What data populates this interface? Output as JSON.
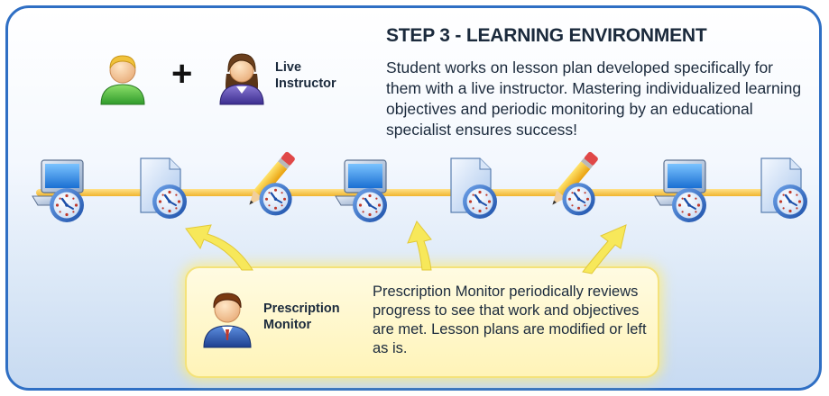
{
  "step": {
    "title": "STEP 3 - LEARNING ENVIRONMENT",
    "description": "Student works on lesson plan developed specifically for them with a live instructor. Mastering individualized learning objectives and periodic monitoring by an educational specialist ensures success!"
  },
  "participants": {
    "student_icon": "student-icon",
    "plus_symbol": "+",
    "instructor_icon": "instructor-icon",
    "instructor_label_line1": "Live",
    "instructor_label_line2": "Instructor"
  },
  "timeline": {
    "nodes": [
      {
        "icon": "computer-clock-icon"
      },
      {
        "icon": "document-clock-icon"
      },
      {
        "icon": "pencil-clock-icon"
      },
      {
        "icon": "computer-clock-icon"
      },
      {
        "icon": "document-clock-icon"
      },
      {
        "icon": "pencil-clock-icon"
      },
      {
        "icon": "computer-clock-icon"
      },
      {
        "icon": "document-clock-icon"
      }
    ],
    "line_color": "#f5c242"
  },
  "monitor": {
    "icon": "prescription-monitor-icon",
    "label_line1": "Prescription",
    "label_line2": "Monitor",
    "description": "Prescription Monitor periodically reviews progress to see that work and objectives are met. Lesson plans are modified or left as is."
  },
  "colors": {
    "border": "#2f6fc4",
    "callout_bg": "#fff4b8",
    "arrow": "#f7e85a",
    "text": "#1b2a3c"
  }
}
